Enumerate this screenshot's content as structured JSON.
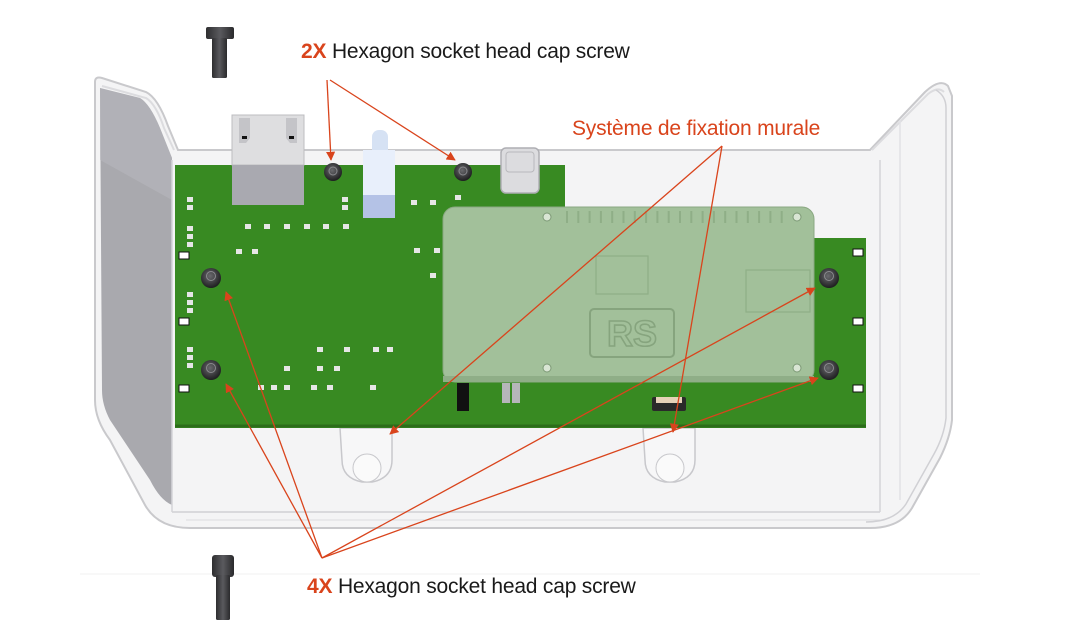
{
  "colors": {
    "accent": "#d9441c",
    "pcb_green": "#388a22",
    "module_green": "#a2c09a",
    "enclosure": "#f3f3f4",
    "enclosure_edge": "#c9c9cc",
    "enclosure_side": "#a9a9ae",
    "screw": "#3d3d40",
    "text": "#1a1a1a"
  },
  "callouts": {
    "top_screws": {
      "qty": "2X",
      "label": "Hexagon socket head cap screw"
    },
    "wall_mount": {
      "label": "Système de fixation murale"
    },
    "bottom_screws": {
      "qty": "4X",
      "label": "Hexagon socket head cap screw"
    }
  },
  "module": {
    "logo": "RS"
  }
}
